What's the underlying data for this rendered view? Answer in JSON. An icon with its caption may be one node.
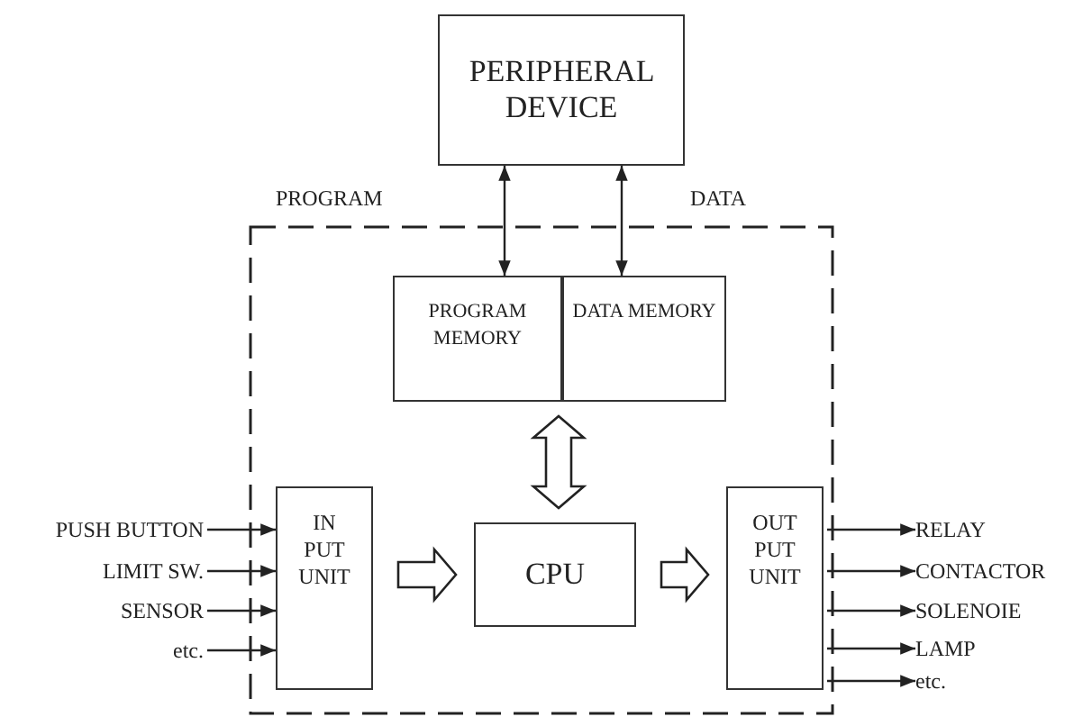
{
  "diagram": {
    "nodes": [
      {
        "text": [
          "PERIPHERAL DEVICE"
        ]
      },
      {
        "text": [],
        "shape": "box"
      },
      {
        "text": [
          "PROGRAM MEMORY"
        ],
        "in": 1
      },
      {
        "text": [
          "DATA MEMORY"
        ],
        "in": 1
      },
      {
        "text": [
          "IN PUT UNIT"
        ],
        "in": 1
      },
      {
        "text": [
          "CPU"
        ],
        "in": 1
      },
      {
        "text": [
          "OUT PUT UNIT"
        ],
        "in": 1
      },
      {
        "text": [
          "PUSH BUTTON"
        ]
      },
      {
        "text": [
          "LIMIT SW."
        ]
      },
      {
        "text": [
          "SENSOR"
        ]
      },
      {
        "text": [
          "etc."
        ]
      },
      {
        "text": [
          "RELAY"
        ]
      },
      {
        "text": [
          "CONTACTOR"
        ]
      },
      {
        "text": [
          "SOLENOIE"
        ]
      },
      {
        "text": [
          "LAMP"
        ]
      },
      {
        "text": [
          "etc."
        ]
      }
    ],
    "edges": [
      {
        "from": 0,
        "to": 2,
        "arrow": "both"
      },
      {
        "from": 0,
        "to": 3,
        "arrow": "both"
      },
      {
        "from": 2,
        "to": 5,
        "arrow": "both",
        "style": "thick"
      },
      {
        "from": 4,
        "to": 5,
        "arrow": "to",
        "style": "thick"
      },
      {
        "from": 5,
        "to": 6,
        "arrow": "to",
        "style": "thick"
      },
      {
        "from": 7,
        "to": 4,
        "arrow": "to"
      },
      {
        "from": 8,
        "to": 4,
        "arrow": "to"
      },
      {
        "from": 9,
        "to": 4,
        "arrow": "to"
      },
      {
        "from": 10,
        "to": 4,
        "arrow": "to"
      },
      {
        "from": 6,
        "to": 11,
        "arrow": "to"
      },
      {
        "from": 6,
        "to": 12,
        "arrow": "to"
      },
      {
        "from": 6,
        "to": 13,
        "arrow": "to"
      },
      {
        "from": 6,
        "to": 14,
        "arrow": "to"
      },
      {
        "from": 6,
        "to": 15,
        "arrow": "to"
      }
    ],
    "labels": [
      "PROGRAM",
      "DATA"
    ]
  }
}
